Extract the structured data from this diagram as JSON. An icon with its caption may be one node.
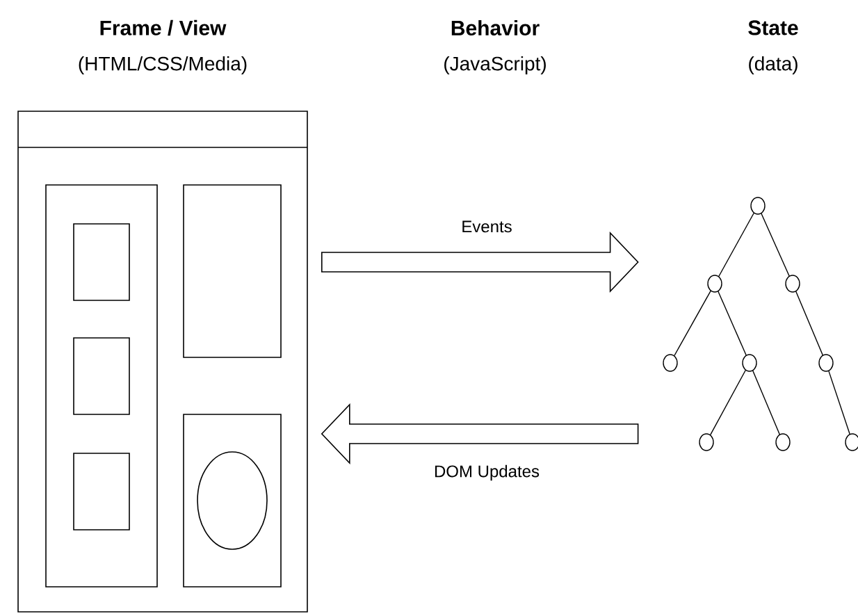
{
  "diagram": {
    "nodes": [
      {
        "text": [
          "Frame / View",
          "(HTML/CSS/Media)"
        ]
      },
      {
        "text": [],
        "shape": "box",
        "in": 0
      },
      {
        "text": [],
        "shape": "box",
        "in": 1
      },
      {
        "text": [],
        "shape": "box",
        "in": 1
      },
      {
        "text": [],
        "shape": "box",
        "in": 1
      },
      {
        "text": [],
        "shape": "box",
        "in": 0
      },
      {
        "text": [],
        "shape": "box",
        "in": 0
      },
      {
        "text": [],
        "shape": "circle",
        "in": 6
      },
      {
        "text": [
          "State",
          "(data)"
        ]
      }
    ],
    "edges": [
      {
        "from": 0,
        "to": 8,
        "arrow": "to",
        "label": "Events"
      },
      {
        "from": 8,
        "to": 0,
        "arrow": "to",
        "label": "DOM Updates"
      }
    ],
    "labels": [
      "Behavior",
      "(JavaScript)"
    ]
  }
}
